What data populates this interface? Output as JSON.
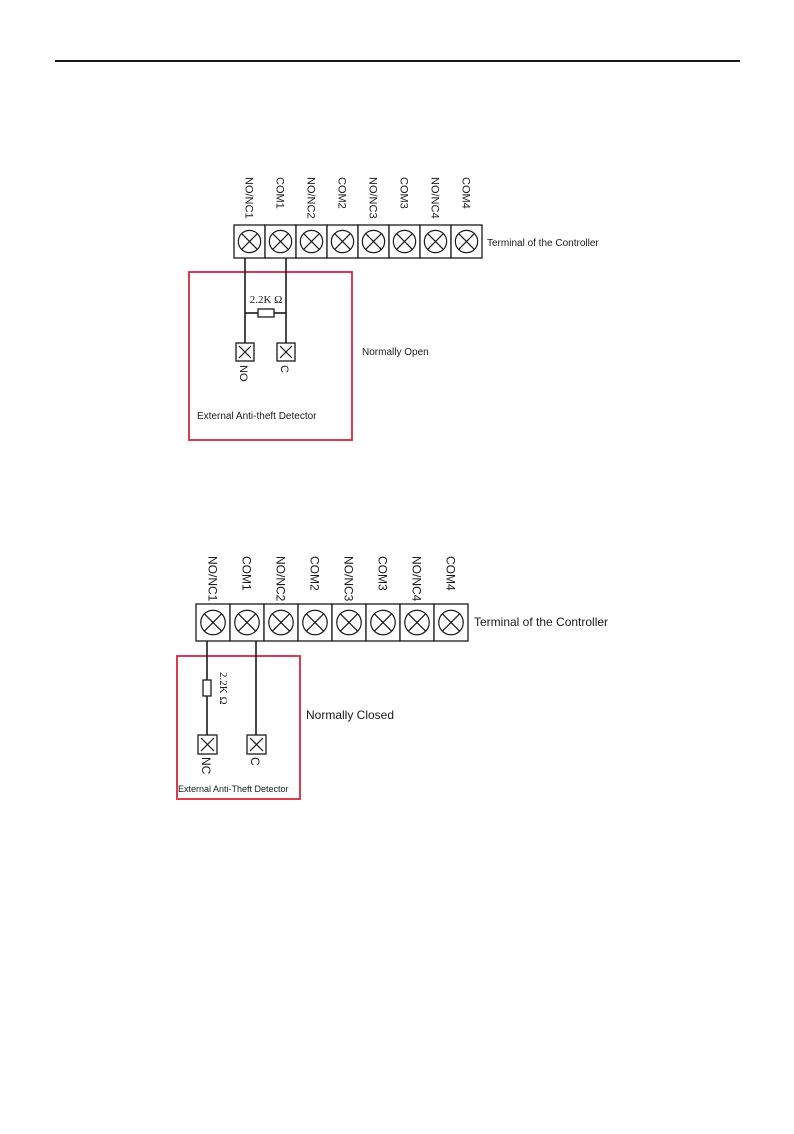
{
  "colors": {
    "line": "#1a1a1a",
    "detector_border": "#d7263d",
    "background": "#ffffff"
  },
  "diagrams": [
    {
      "id": "normally-open",
      "terminals": [
        "NO/NC1",
        "COM1",
        "NO/NC2",
        "COM2",
        "NO/NC3",
        "COM3",
        "NO/NC4",
        "COM4"
      ],
      "controller_label": "Terminal of the Controller",
      "resistor_label": "2.2K Ω",
      "mode_label": "Normally Open",
      "detector_label": "External Anti-theft Detector",
      "detector_terminals": [
        "NO",
        "C"
      ]
    },
    {
      "id": "normally-closed",
      "terminals": [
        "NO/NC1",
        "COM1",
        "NO/NC2",
        "COM2",
        "NO/NC3",
        "COM3",
        "NO/NC4",
        "COM4"
      ],
      "controller_label": "Terminal of the Controller",
      "resistor_label": "2.2K Ω",
      "mode_label": "Normally Closed",
      "detector_label": "External Anti-Theft Detector",
      "detector_terminals": [
        "NC",
        "C"
      ]
    }
  ]
}
